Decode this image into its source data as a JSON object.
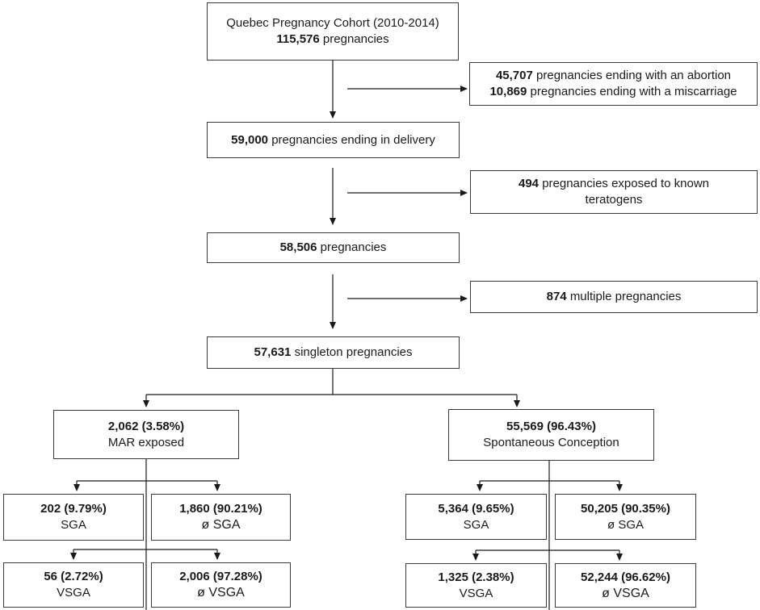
{
  "cohort": {
    "line1": "Quebec Pregnancy Cohort (2010-2014)",
    "count": "115,576",
    "suffix": "pregnancies"
  },
  "excl1": {
    "a_count": "45,707",
    "a_text": "pregnancies ending with an abortion",
    "b_count": "10,869",
    "b_text": "pregnancies ending with a miscarriage"
  },
  "delivery": {
    "count": "59,000",
    "text": "pregnancies ending in delivery"
  },
  "excl2": {
    "count": "494",
    "text1": "pregnancies exposed to known",
    "text2": "teratogens"
  },
  "after_teratogens": {
    "count": "58,506",
    "text": "pregnancies"
  },
  "excl3": {
    "count": "874",
    "text": "multiple pregnancies"
  },
  "singleton": {
    "count": "57,631",
    "text": "singleton pregnancies"
  },
  "mar": {
    "count": "2,062 (3.58%)",
    "label": "MAR exposed"
  },
  "spont": {
    "count": "55,569 (96.43%)",
    "label": "Spontaneous Conception"
  },
  "mar_sga": {
    "count": "202 (9.79%)",
    "label": "SGA"
  },
  "mar_nosga": {
    "count": "1,860 (90.21%)",
    "label": "ø SGA"
  },
  "mar_vsga": {
    "count": "56 (2.72%)",
    "label": "VSGA"
  },
  "mar_novsga": {
    "count": "2,006 (97.28%)",
    "label": "ø VSGA"
  },
  "sp_sga": {
    "count": "5,364 (9.65%)",
    "label": "SGA"
  },
  "sp_nosga": {
    "count": "50,205 (90.35%)",
    "label": "ø SGA"
  },
  "sp_vsga": {
    "count": "1,325 (2.38%)",
    "label": "VSGA"
  },
  "sp_novsga": {
    "count": "52,244 (96.62%)",
    "label": "ø VSGA"
  }
}
